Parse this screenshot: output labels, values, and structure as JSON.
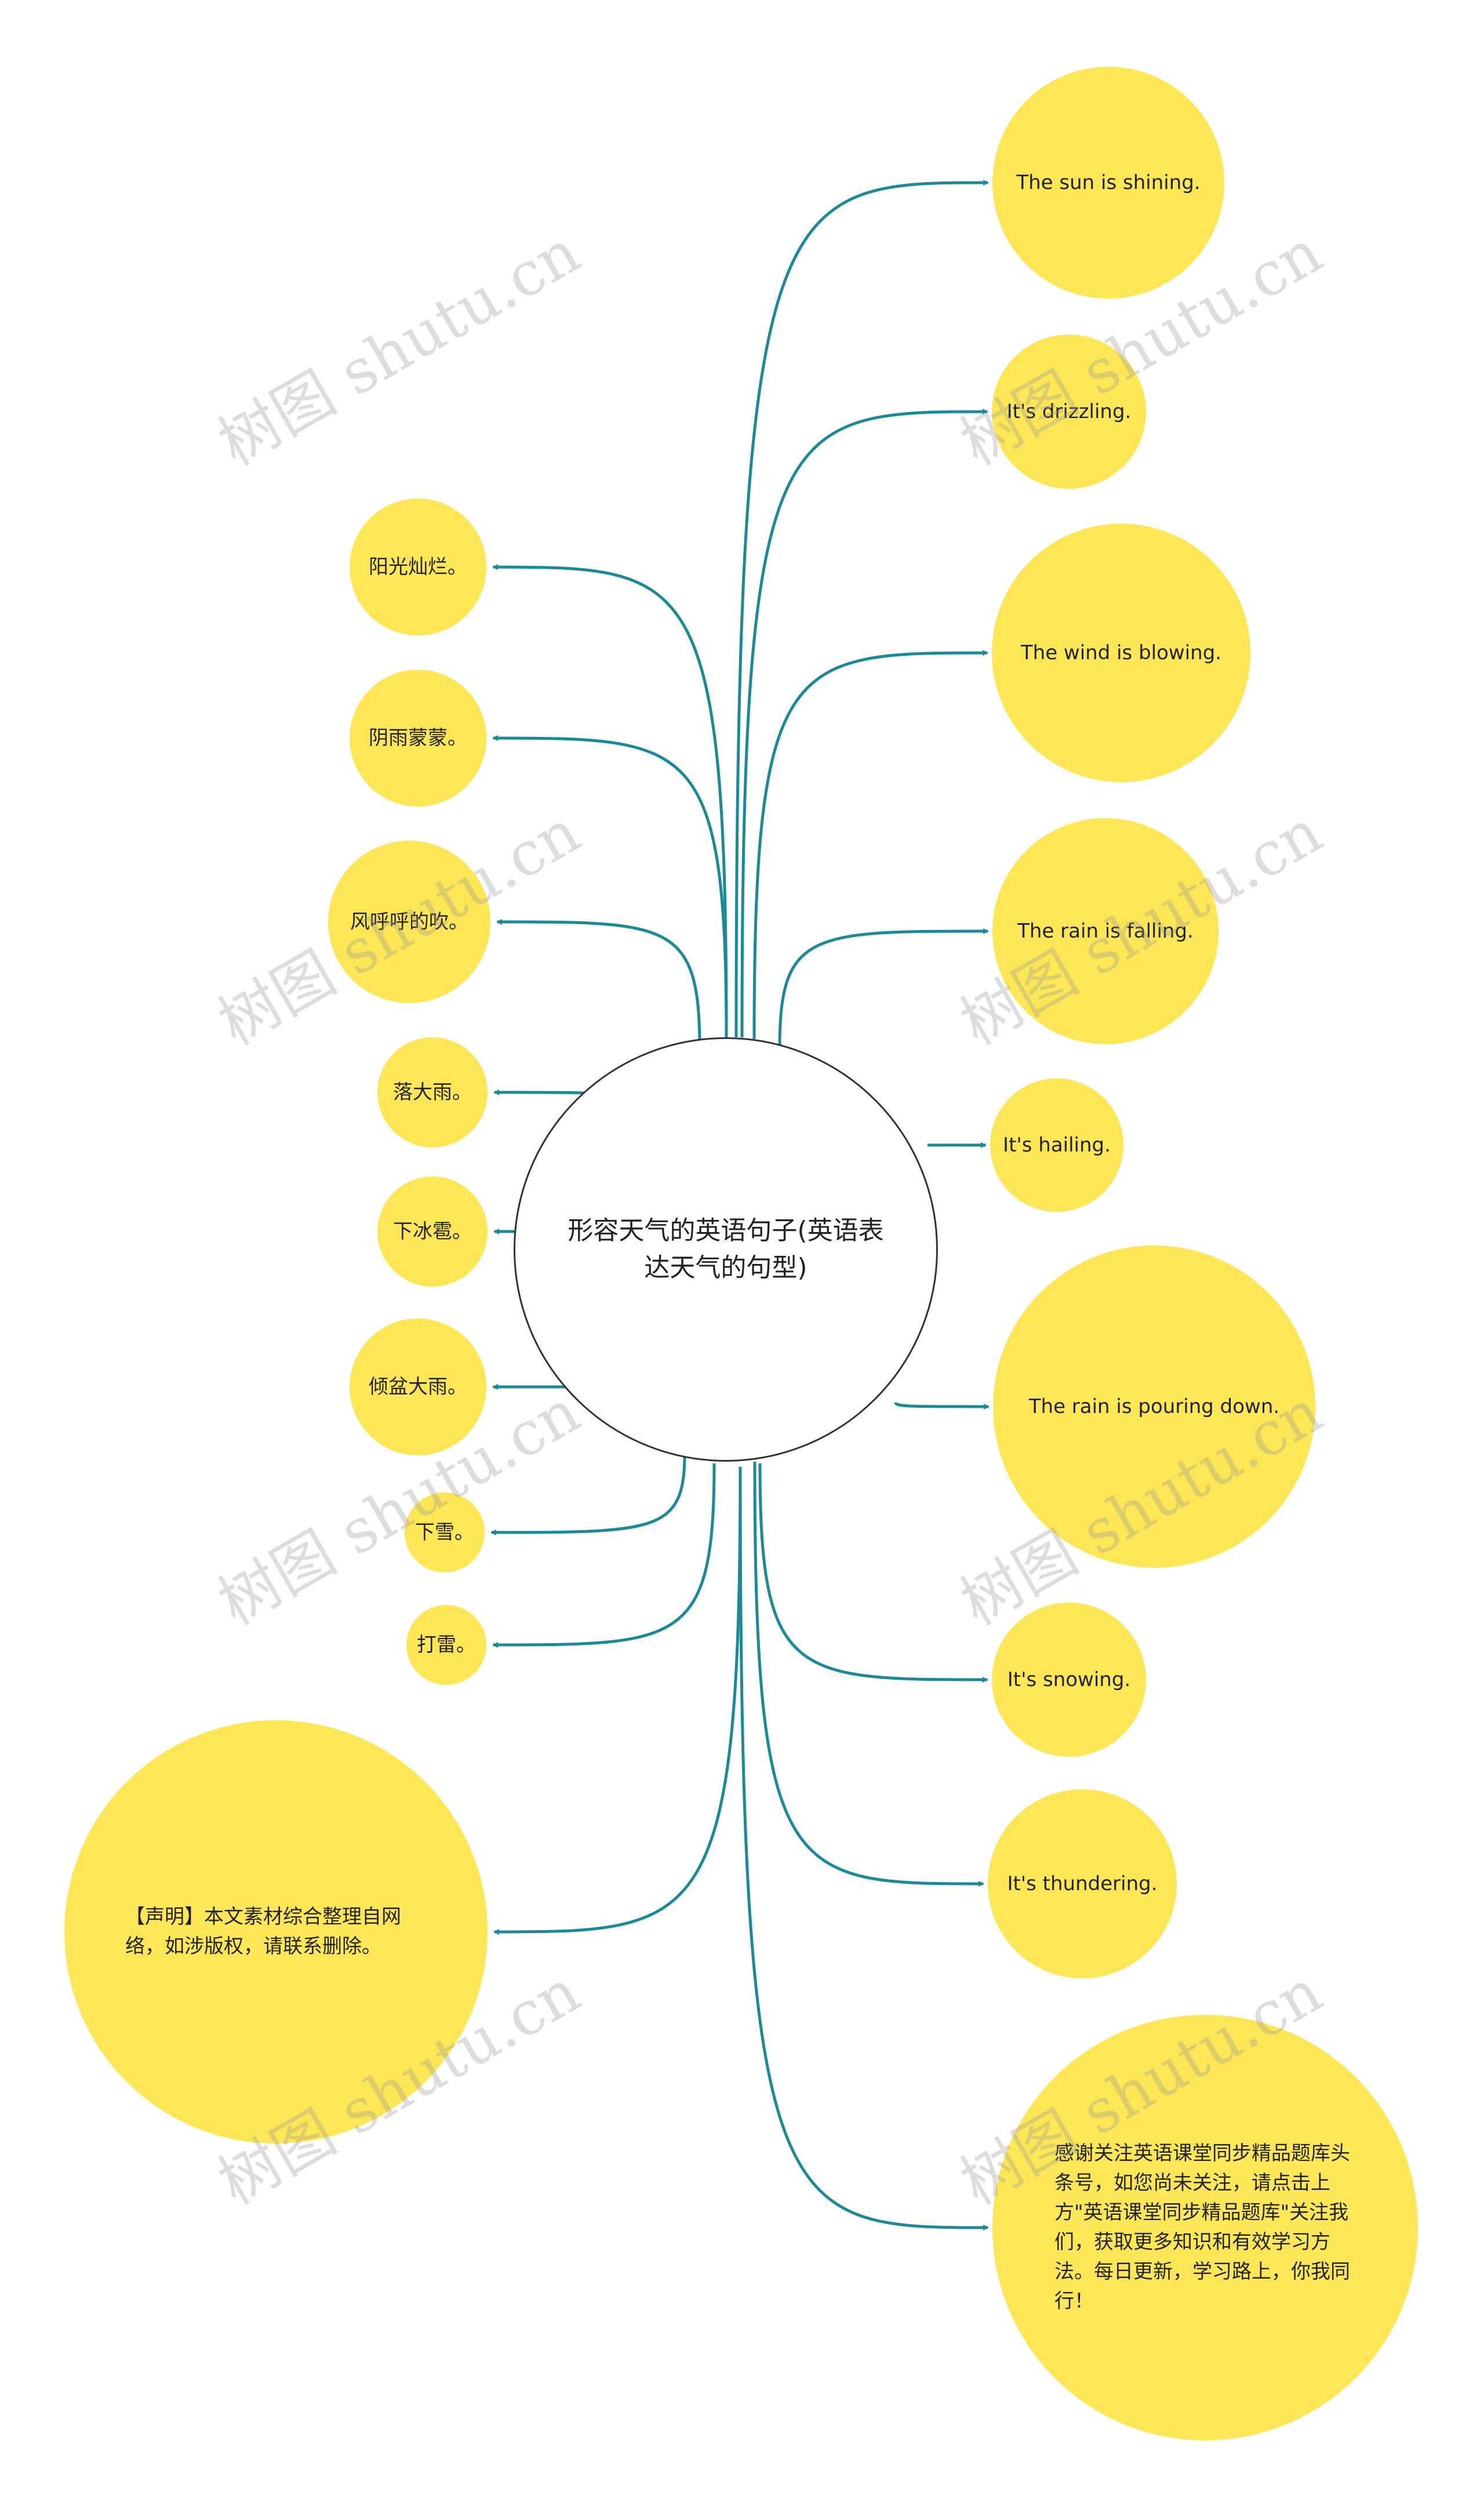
{
  "colors": {
    "node_fill": "#FDE756",
    "edge": "#1A8A96",
    "center_border": "#333333"
  },
  "center": {
    "label": "形容天气的英语句子(英语表达天气的句型)"
  },
  "left_nodes": [
    {
      "label": "阳光灿烂。"
    },
    {
      "label": "阴雨蒙蒙。"
    },
    {
      "label": "风呼呼的吹。"
    },
    {
      "label": "落大雨。"
    },
    {
      "label": "下冰雹。"
    },
    {
      "label": "倾盆大雨。"
    },
    {
      "label": "下雪。"
    },
    {
      "label": "打雷。"
    },
    {
      "label": "【声明】本文素材综合整理自网络，如涉版权，请联系删除。"
    }
  ],
  "right_nodes": [
    {
      "label": "The sun is shining."
    },
    {
      "label": "It's drizzling."
    },
    {
      "label": "The wind is blowing."
    },
    {
      "label": "The rain is falling."
    },
    {
      "label": "It's hailing."
    },
    {
      "label": "The rain is pouring down."
    },
    {
      "label": "It's snowing."
    },
    {
      "label": "It's thundering."
    },
    {
      "label": "感谢关注英语课堂同步精品题库头条号，如您尚未关注，请点击上方\"英语课堂同步精品题库\"关注我们，获取更多知识和有效学习方法。每日更新，学习路上，你我同行！"
    }
  ],
  "watermark": {
    "text": "树图 shutu.cn"
  }
}
